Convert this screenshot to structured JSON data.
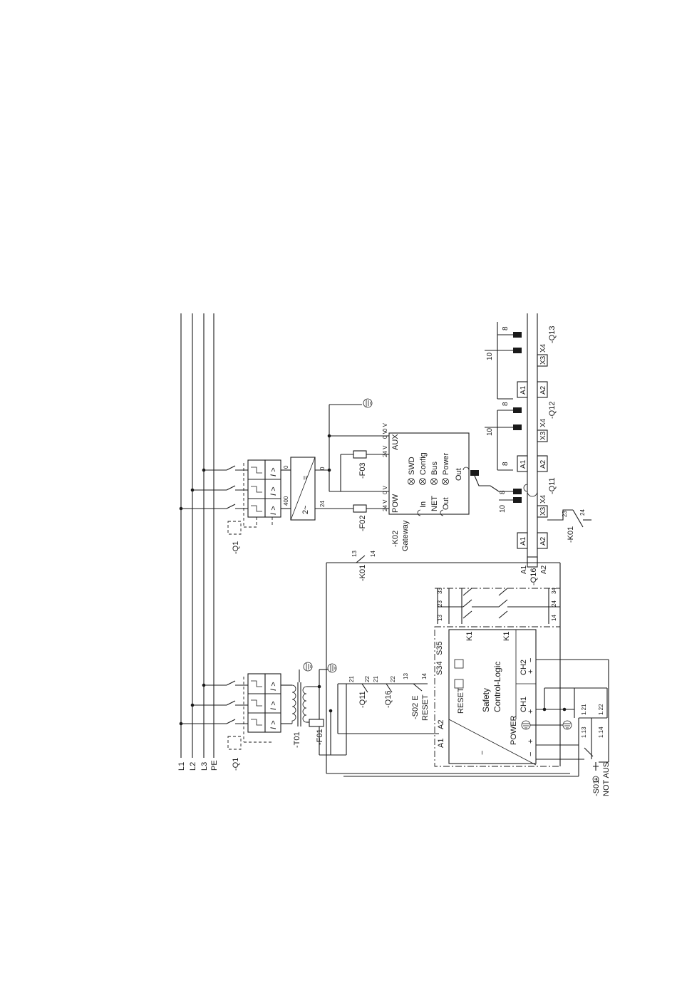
{
  "bus": {
    "l1": "L1",
    "l2": "L2",
    "l3": "L3",
    "pe": "PE"
  },
  "devices": {
    "q1_top": "-Q1",
    "q1_bottom": "-Q1",
    "t01": "-T01",
    "f01": "-F01",
    "f02": "-F02",
    "f03": "-F03",
    "k01_top": "-K01",
    "k01_bottom": "-K01",
    "k02": "-K02",
    "k02_sub": "Gateway",
    "q11_contact": "-Q11",
    "q16_contact": "-Q16",
    "s02": "-S02 E",
    "s02_sub": "RESET",
    "q16": "-Q16",
    "q11": "-Q11",
    "q12": "-Q12",
    "q13": "-Q13",
    "s01": "-S01",
    "s01_sub": "NOT AUS"
  },
  "breaker": {
    "overcurrent": "I >"
  },
  "psu": {
    "ac": "2~",
    "dc": "=",
    "t_400": "400",
    "t_0": "0",
    "t_24": "24",
    "t_0b": "0"
  },
  "gateway": {
    "pow": "POW",
    "aux": "AUX",
    "v24_a": "24 V",
    "v0_a": "0 V",
    "v24_b": "24 V",
    "v0_b": "0 V",
    "v0_top": "0 V",
    "leds": [
      "SWD",
      "Config",
      "Bus",
      "Power"
    ],
    "in": "In",
    "net": "NET",
    "out": "Out",
    "swd_out": "Out"
  },
  "safety": {
    "reset": "RESET",
    "title": "Safety",
    "subtitle": "Control-Logic",
    "k1_a": "K1",
    "k1_b": "K1",
    "ch1": "CH1",
    "ch2": "CH2",
    "power": "POWER",
    "a1": "A1",
    "a2": "A2",
    "s34": "S34",
    "s35": "S35",
    "plus_a": "+",
    "minus_a": "−",
    "plus_b": "+",
    "minus_b": "−",
    "plus_c": "+",
    "minus_c": "−",
    "contacts_top": [
      "13",
      "23",
      "33"
    ],
    "contacts_bottom": [
      "14",
      "24",
      "34"
    ]
  },
  "terminals": {
    "k01_13": "13",
    "k01_14": "14",
    "q11_21": "21",
    "q11_22": "22",
    "q16_21": "21",
    "q16_22": "22",
    "s02_13": "13",
    "s02_14": "14",
    "s01_113": "1.13",
    "s01_114": "1.14",
    "s01_121": "1.21",
    "s01_122": "1.22",
    "k01b_23": "23",
    "k01b_24": "24",
    "a1": "A1",
    "a2": "A2",
    "x3": "X3",
    "x4": "X4",
    "n10": "10",
    "n8": "8"
  }
}
